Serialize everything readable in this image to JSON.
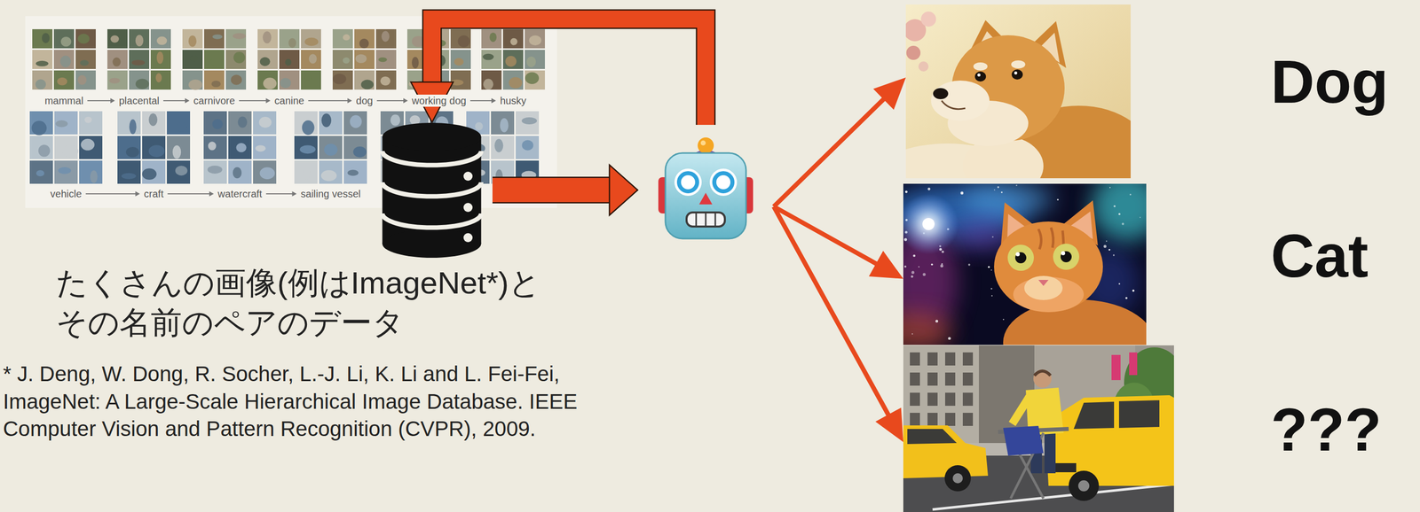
{
  "diagram": {
    "nodes": [
      {
        "text": [
          "たくさんの画像(例はImageNet*)と その名前のペアのデータ"
        ]
      },
      {
        "text": []
      },
      {
        "text": [
          "Dog"
        ]
      },
      {
        "text": [
          "Cat"
        ]
      },
      {
        "text": [
          "???"
        ]
      }
    ],
    "edges": [
      {
        "from": 0,
        "to": 1,
        "arrow": "to"
      },
      {
        "from": 1,
        "to": 0,
        "arrow": "to"
      },
      {
        "from": 1,
        "to": 2,
        "arrow": "to"
      },
      {
        "from": 1,
        "to": 3,
        "arrow": "to"
      },
      {
        "from": 1,
        "to": 4,
        "arrow": "to"
      }
    ],
    "labels": [
      "* J. Deng, W. Dong, R. Socher, L.-J. Li, K. Li and L. Fei-Fei, ImageNet: A Large-Scale Hierarchical Image Database. IEEE Computer Vision and Pattern Recognition (CVPR), 2009.",
      "mammal",
      "placental",
      "carnivore",
      "canine",
      "dog",
      "working dog",
      "husky",
      "vehicle",
      "craft",
      "watercraft",
      "sailing vessel"
    ]
  }
}
